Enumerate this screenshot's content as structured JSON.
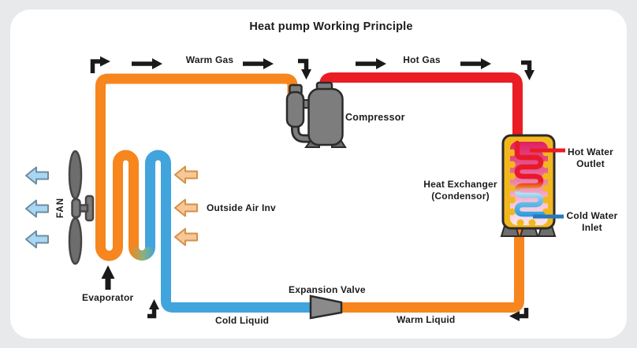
{
  "title": "Heat pump Working Principle",
  "labels": {
    "warm_gas": "Warm Gas",
    "hot_gas": "Hot Gas",
    "compressor": "Compressor",
    "heat_exchanger_line1": "Heat Exchanger",
    "heat_exchanger_line2": "(Condensor)",
    "hot_water_line1": "Hot Water",
    "hot_water_line2": "Outlet",
    "cold_water_line1": "Cold Water",
    "cold_water_line2": "Inlet",
    "outside_air": "Outside Air Inv",
    "fan": "FAN",
    "evaporator": "Evaporator",
    "expansion_valve": "Expansion Valve",
    "cold_liquid": "Cold Liquid",
    "warm_liquid": "Warm Liquid"
  },
  "colors": {
    "background": "#e7e9eb",
    "card": "#ffffff",
    "pipe_warm_orange": "#f6861d",
    "pipe_hot_red": "#ea1c24",
    "pipe_cold_blue": "#41a4dd",
    "tank_shell_gold": "#f3b71e",
    "tank_interior_pink": "#de1c60",
    "metal_gray": "#7d7d7d",
    "flow_arrow_black": "#1a1a1a",
    "air_arrow_blue": "#a9d6f2",
    "air_arrow_orange": "#f7c795"
  }
}
